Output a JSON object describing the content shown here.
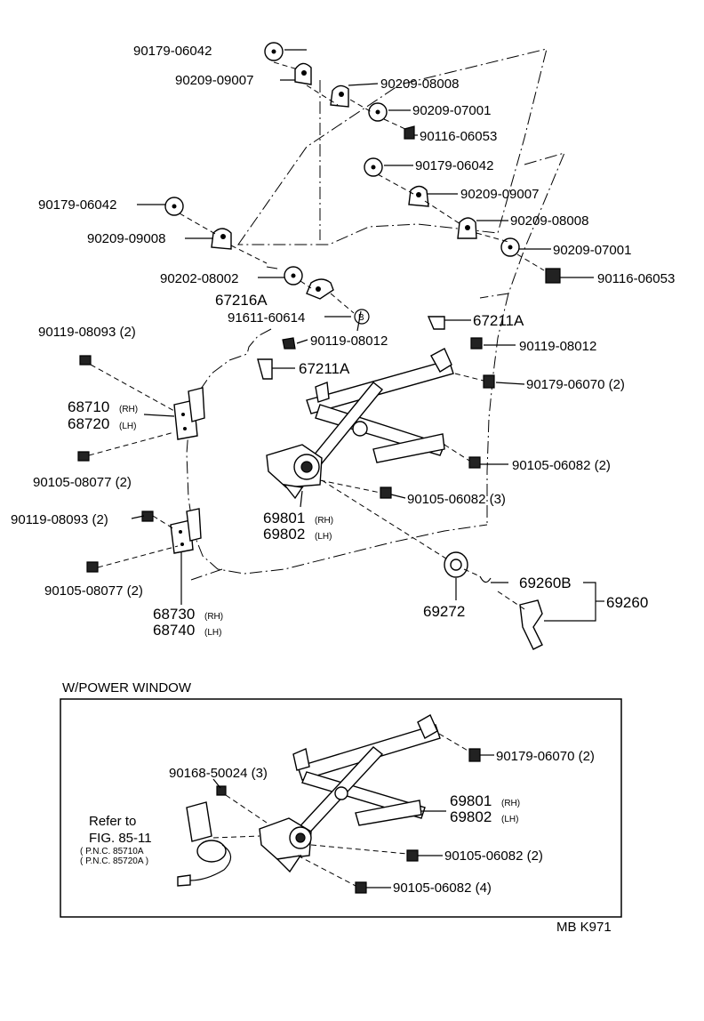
{
  "diagram": {
    "upper_labels": {
      "p1": "90179-06042",
      "p2": "90209-09007",
      "p3": "90209-08008",
      "p4": "90209-07001",
      "p5": "90116-06053",
      "p6": "90179-06042",
      "p7": "90209-09007",
      "p8": "90179-06042",
      "p9": "90209-08008",
      "p10": "90209-09008",
      "p11": "90209-07001",
      "p12": "90202-08002",
      "p13": "90116-06053",
      "p14": "67216A",
      "p15": "91611-60614",
      "p15_ref": "B",
      "p16": "67211A",
      "p17": "90119-08093 (2)",
      "p18": "90119-08012",
      "p19": "90119-08012",
      "p20": "67211A",
      "p21": "90179-06070 (2)",
      "p22a": "68710",
      "p22a_sub": "(RH)",
      "p22b": "68720",
      "p22b_sub": "(LH)",
      "p23": "90105-08077 (2)",
      "p24": "90105-06082 (2)",
      "p25": "90105-06082 (3)",
      "p26": "90119-08093 (2)",
      "p27a": "69801",
      "p27a_sub": "(RH)",
      "p27b": "69802",
      "p27b_sub": "(LH)",
      "p28": "90105-08077 (2)",
      "p29": "69260B",
      "p30": "69260",
      "p31": "69272",
      "p32a": "68730",
      "p32a_sub": "(RH)",
      "p32b": "68740",
      "p32b_sub": "(LH)"
    },
    "power_window": {
      "title": "W/POWER WINDOW",
      "l1": "90179-06070 (2)",
      "l2": "90168-50024 (3)",
      "l3a": "69801",
      "l3a_sub": "(RH)",
      "l3b": "69802",
      "l3b_sub": "(LH)",
      "ref1": "Refer to",
      "ref2": "FIG. 85-11",
      "ref3": "( P.N.C. 85710A",
      "ref4": "( P.N.C. 85720A )",
      "l4": "90105-06082 (2)",
      "l5": "90105-06082 (4)"
    },
    "code": "MB K971"
  }
}
